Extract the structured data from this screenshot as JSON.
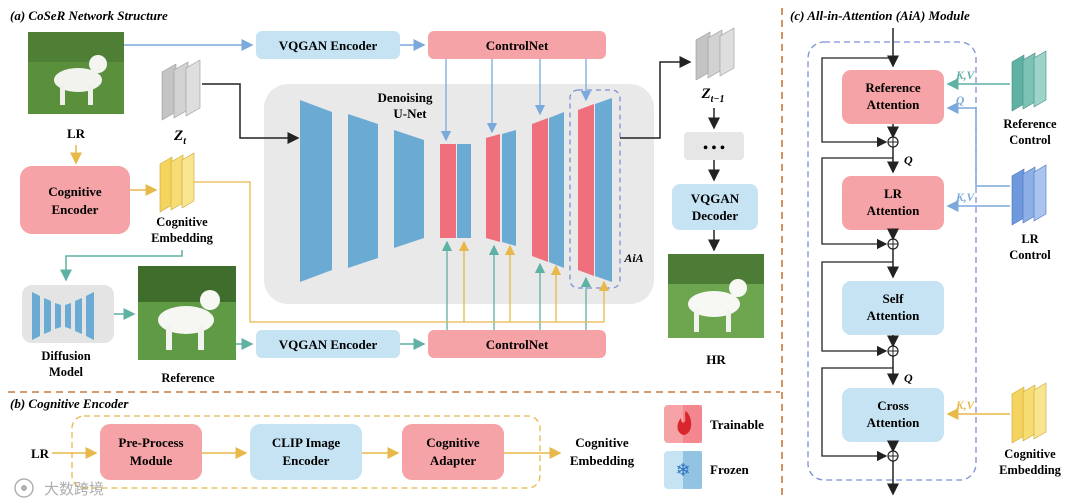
{
  "sections": {
    "a_title": "(a) CoSeR Network Structure",
    "b_title": "(b) Cognitive Encoder",
    "c_title": "(c) All-in-Attention (AiA) Module"
  },
  "panel_a": {
    "lr_label": "LR",
    "zt_label": "Z",
    "zt_sub": "t",
    "zt1_label": "Z",
    "zt1_sub": "t−1",
    "vqgan_encoder_top": "VQGAN Encoder",
    "controlnet_top": "ControlNet",
    "unet_label_1": "Denoising",
    "unet_label_2": "U-Net",
    "aia_label": "AiA",
    "cognitive_encoder_1": "Cognitive",
    "cognitive_encoder_2": "Encoder",
    "cognitive_embedding_1": "Cognitive",
    "cognitive_embedding_2": "Embedding",
    "diffusion_model_1": "Diffusion",
    "diffusion_model_2": "Model",
    "reference_label": "Reference",
    "vqgan_encoder_bottom": "VQGAN Encoder",
    "controlnet_bottom": "ControlNet",
    "dots": "• • •",
    "vqgan_decoder_1": "VQGAN",
    "vqgan_decoder_2": "Decoder",
    "hr_label": "HR"
  },
  "panel_b": {
    "lr_label": "LR",
    "preprocess_1": "Pre-Process",
    "preprocess_2": "Module",
    "clip_1": "CLIP Image",
    "clip_2": "Encoder",
    "adapter_1": "Cognitive",
    "adapter_2": "Adapter",
    "output_1": "Cognitive",
    "output_2": "Embedding"
  },
  "legend": {
    "trainable": "Trainable",
    "frozen": "Frozen"
  },
  "panel_c": {
    "ref_attn_1": "Reference",
    "ref_attn_2": "Attention",
    "lr_attn_1": "LR",
    "lr_attn_2": "Attention",
    "self_attn_1": "Self",
    "self_attn_2": "Attention",
    "cross_attn_1": "Cross",
    "cross_attn_2": "Attention",
    "kv_1": "K,V",
    "q_1": "Q",
    "kv_2": "K,V",
    "kv_3": "K,V",
    "q_mid_1": "Q",
    "q_mid_2": "Q",
    "ref_control_1": "Reference",
    "ref_control_2": "Control",
    "lr_control_1": "LR",
    "lr_control_2": "Control",
    "cog_emb_1": "Cognitive",
    "cog_emb_2": "Embedding"
  },
  "watermark": "大数跨境",
  "colors": {
    "trainable_fill": "#f6a3a7",
    "frozen_fill": "#c5e3f3",
    "unet_blue": "#6aaad3",
    "unet_red": "#f06f7c",
    "arrow_blue": "#7ba9dc",
    "arrow_yellow": "#e8b84a",
    "arrow_teal": "#5fb1a4",
    "divider_orange": "#c8793d",
    "dashed_blue": "#7c8fd6",
    "dashed_yellow": "#e8b84a"
  }
}
